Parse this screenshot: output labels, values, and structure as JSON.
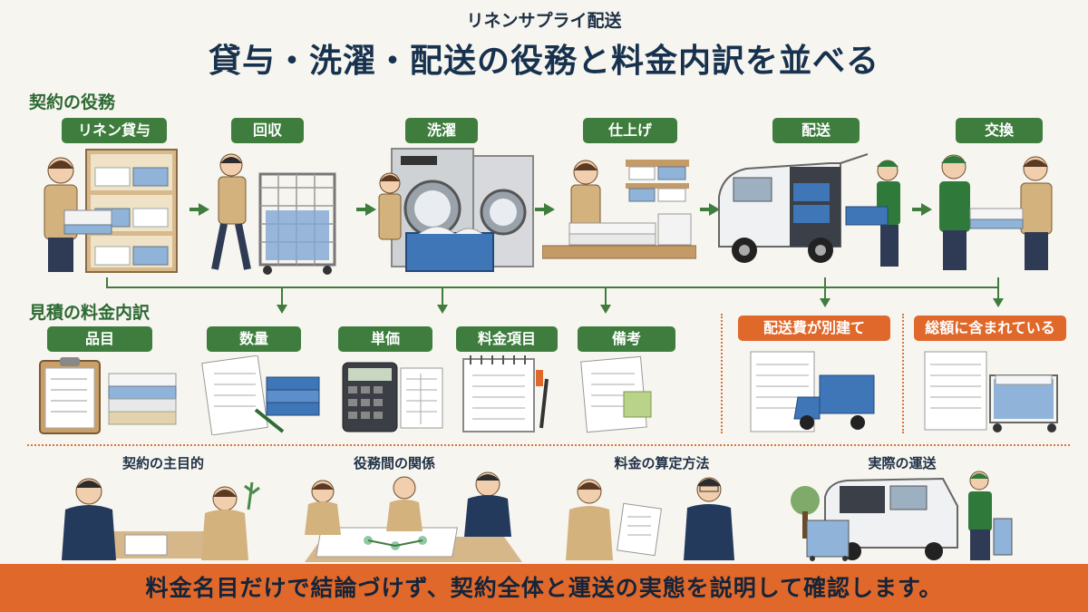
{
  "header": {
    "subtitle": "リネンサプライ配送",
    "title": "貸与・洗濯・配送の役務と料金内訳を並べる"
  },
  "contract_section": {
    "heading": "契約の役務",
    "steps": [
      "リネン貸与",
      "回収",
      "洗濯",
      "仕上げ",
      "配送",
      "交換"
    ]
  },
  "estimate_section": {
    "heading": "見積の料金内訳",
    "items": [
      "品目",
      "数量",
      "単価",
      "料金項目",
      "備考"
    ],
    "cases": [
      "配送費が別建て",
      "総額に含まれている"
    ]
  },
  "bottom_section": {
    "labels": [
      "契約の主目的",
      "役務間の関係",
      "料金の算定方法",
      "実際の運送"
    ]
  },
  "footer": {
    "message": "料金名目だけで結論づけず、契約全体と運送の実態を説明して確認します。"
  },
  "colors": {
    "green": "#3e7d3e",
    "orange": "#e0682a",
    "navy": "#17324e",
    "background": "#f7f5ef"
  }
}
